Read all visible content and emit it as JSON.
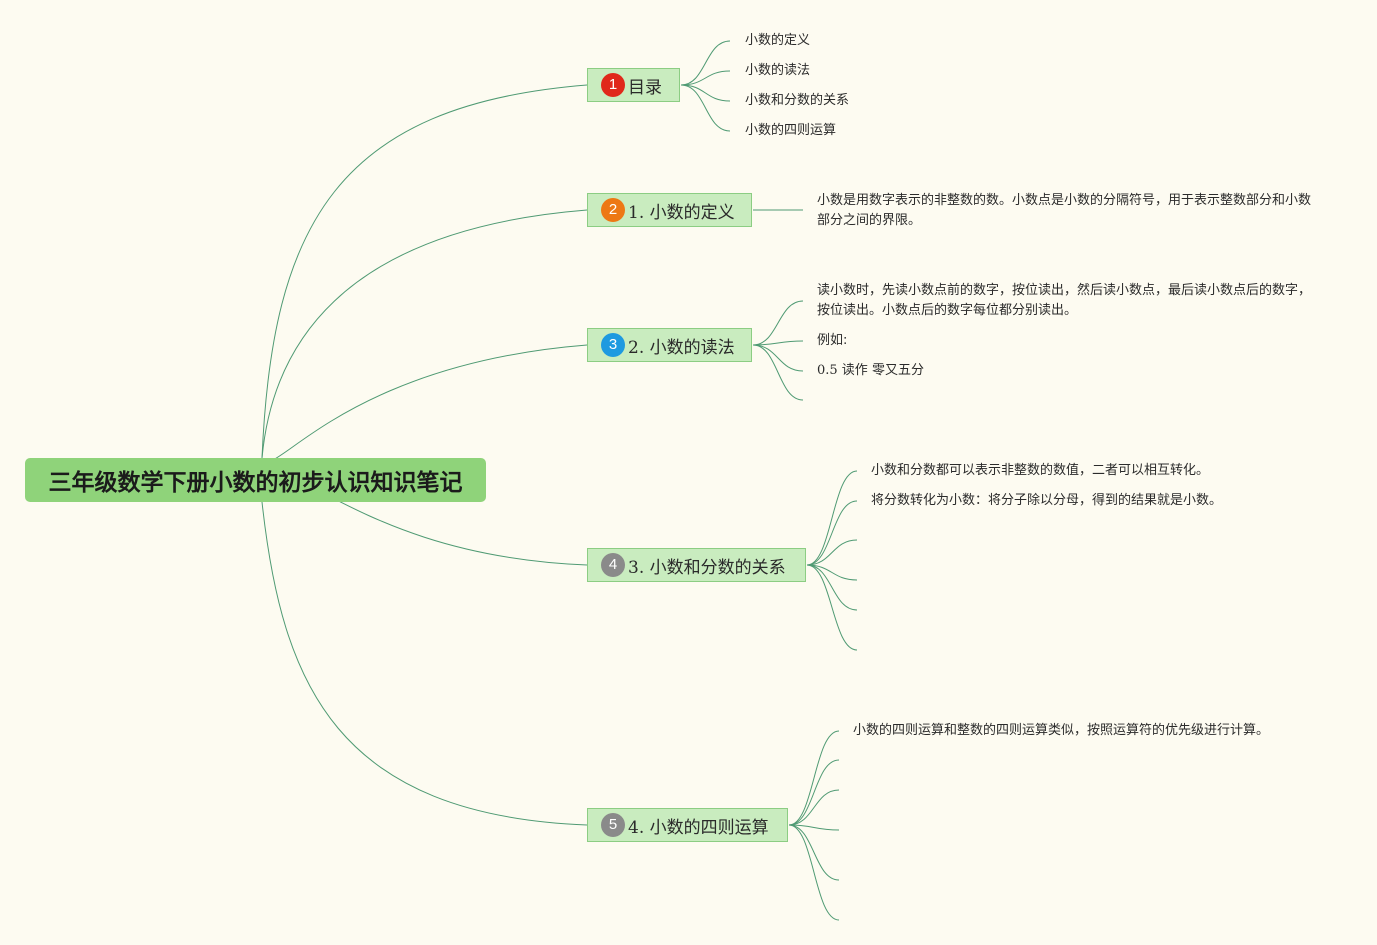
{
  "root": {
    "title": "三年级数学下册小数的初步认识知识笔记"
  },
  "colors": {
    "background": "#fdfbf1",
    "root_fill": "#8fd37a",
    "topic_fill": "#c9ecbf",
    "connector": "#4f9a73"
  },
  "topics": [
    {
      "badge": "1",
      "badge_color": "#e0281b",
      "label": "目录",
      "children": [
        "小数的定义",
        "小数的读法",
        "小数和分数的关系",
        "小数的四则运算"
      ]
    },
    {
      "badge": "2",
      "badge_color": "#ed7814",
      "label": "1. 小数的定义",
      "children": [
        "小数是用数字表示的非整数的数。小数点是小数的分隔符号，用于表示整数部分和小数部分之间的界限。"
      ]
    },
    {
      "badge": "3",
      "badge_color": "#1e9ae0",
      "label": "2. 小数的读法",
      "children": [
        "读小数时，先读小数点前的数字，按位读出，然后读小数点，最后读小数点后的数字，按位读出。小数点后的数字每位都分别读出。",
        "例如:",
        "0.5 读作 零又五分",
        ""
      ]
    },
    {
      "badge": "4",
      "badge_color": "#8a8a8a",
      "label": "3. 小数和分数的关系",
      "children": [
        "小数和分数都可以表示非整数的数值，二者可以相互转化。",
        "将分数转化为小数：将分子除以分母，得到的结果就是小数。",
        "",
        "",
        "",
        ""
      ]
    },
    {
      "badge": "5",
      "badge_color": "#8a8a8a",
      "label": "4. 小数的四则运算",
      "children": [
        "小数的四则运算和整数的四则运算类似，按照运算符的优先级进行计算。",
        "",
        "",
        "",
        "",
        ""
      ]
    }
  ]
}
